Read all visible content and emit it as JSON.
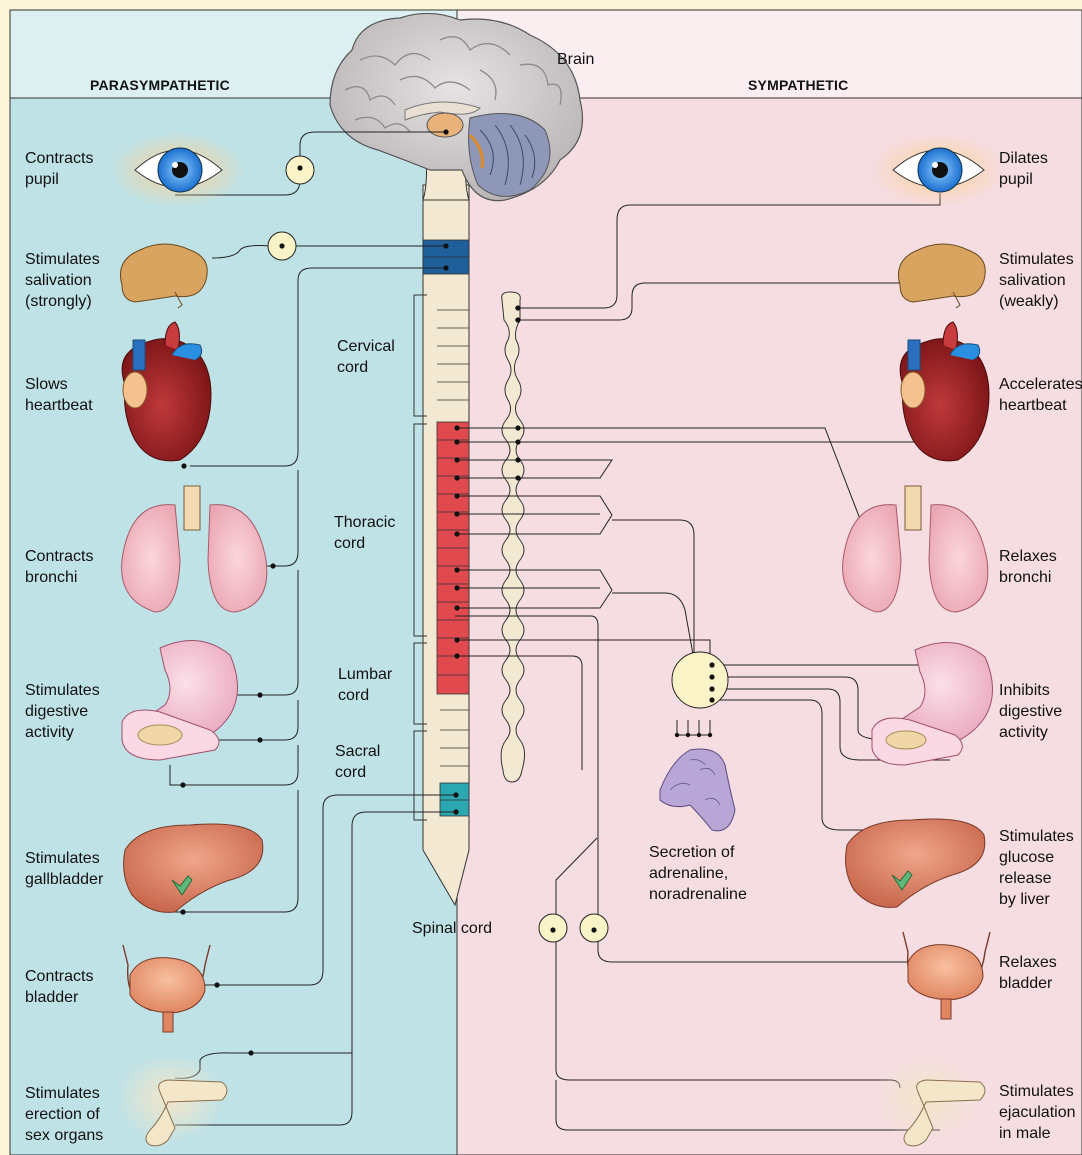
{
  "headers": {
    "left": "PARASYMPATHETIC",
    "right": "SYMPATHETIC",
    "brain": "Brain",
    "spinal_cord": "Spinal cord"
  },
  "cord_regions": {
    "cervical": [
      "Cervical",
      "cord"
    ],
    "thoracic": [
      "Thoracic",
      "cord"
    ],
    "lumbar": [
      "Lumbar",
      "cord"
    ],
    "sacral": [
      "Sacral",
      "cord"
    ]
  },
  "adrenal_label": [
    "Secretion of",
    "adrenaline,",
    "noradrenaline"
  ],
  "parasympathetic_effects": [
    {
      "lines": [
        "Contracts",
        "pupil"
      ]
    },
    {
      "lines": [
        "Stimulates",
        "salivation",
        "(strongly)"
      ]
    },
    {
      "lines": [
        "Slows",
        "heartbeat"
      ]
    },
    {
      "lines": [
        "Contracts",
        "bronchi"
      ]
    },
    {
      "lines": [
        "Stimulates",
        "digestive",
        "activity"
      ]
    },
    {
      "lines": [
        "Stimulates",
        "gallbladder"
      ]
    },
    {
      "lines": [
        "Contracts",
        "bladder"
      ]
    },
    {
      "lines": [
        "Stimulates",
        "erection of",
        "sex organs"
      ]
    }
  ],
  "sympathetic_effects": [
    {
      "lines": [
        "Dilates",
        "pupil"
      ]
    },
    {
      "lines": [
        "Stimulates",
        "salivation",
        "(weakly)"
      ]
    },
    {
      "lines": [
        "Accelerates",
        "heartbeat"
      ]
    },
    {
      "lines": [
        "Relaxes",
        "bronchi"
      ]
    },
    {
      "lines": [
        "Inhibits",
        "digestive",
        "activity"
      ]
    },
    {
      "lines": [
        "Stimulates",
        "glucose",
        "release",
        "by liver"
      ]
    },
    {
      "lines": [
        "Relaxes",
        "bladder"
      ]
    },
    {
      "lines": [
        "Stimulates",
        "ejaculation",
        "in male"
      ]
    }
  ],
  "colors": {
    "para_bg": "#bfe2e6",
    "para_header": "#dcf0f2",
    "symp_bg": "#f5dde2",
    "symp_header": "#fbeef0",
    "cord": "#f3e9d2",
    "cervical_blue": "#1f5f9a",
    "thoracic_red": "#e04a4f",
    "sacral_teal": "#2aa7b0"
  }
}
